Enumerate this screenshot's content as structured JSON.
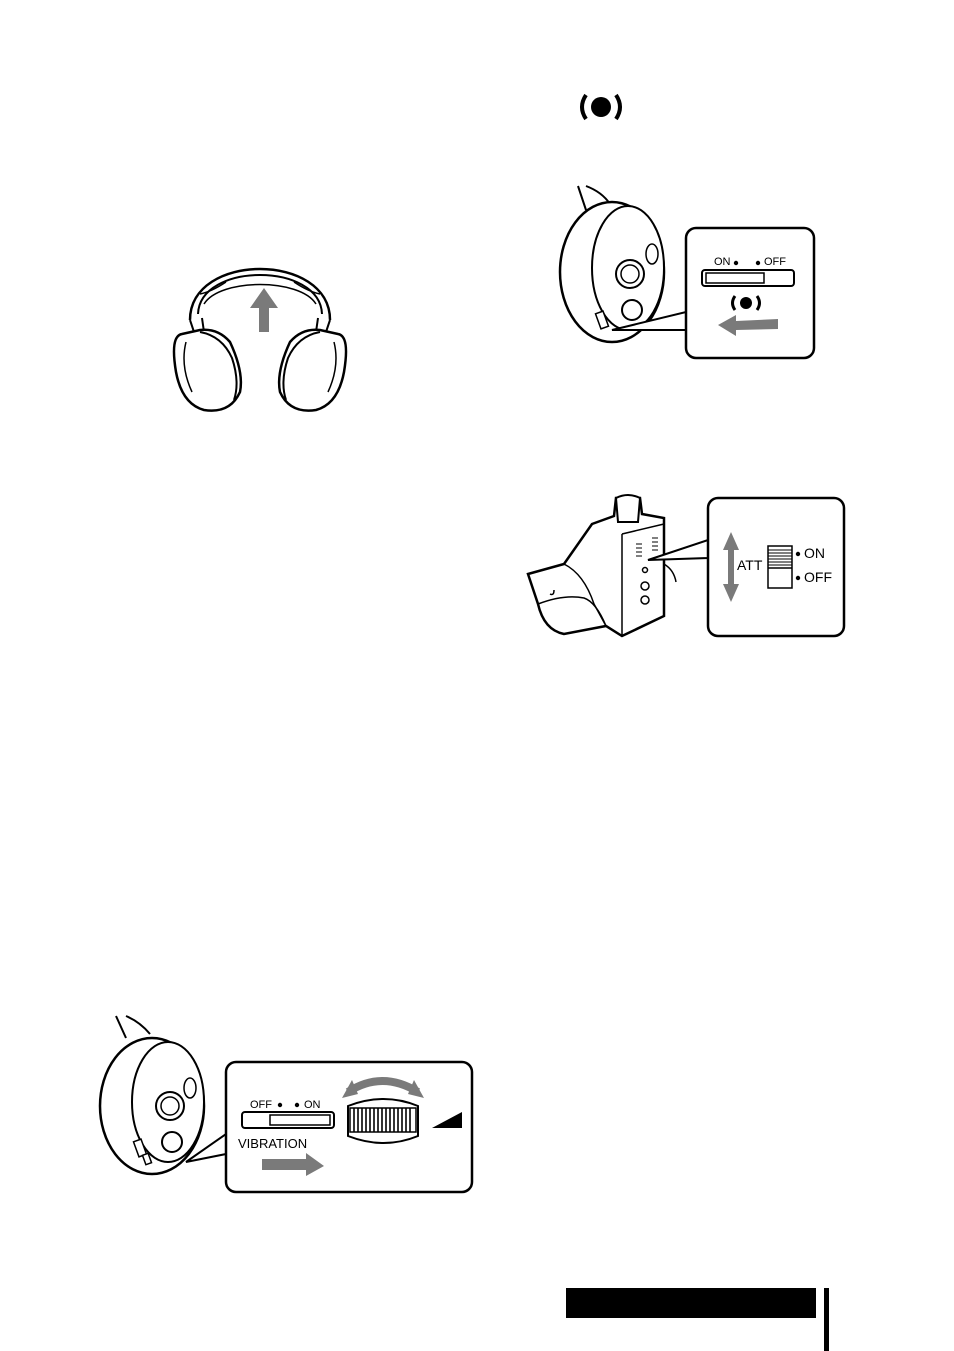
{
  "page": {
    "background": "#ffffff"
  },
  "top_icon": {
    "name": "vibration-symbol-icon"
  },
  "headband_illustration": {
    "name": "headphones-headband-icon",
    "arrow": "up"
  },
  "vibration_switch_illustration": {
    "switch_left": "ON",
    "switch_right": "OFF",
    "symbol": "vibration-symbol-icon",
    "arrow": "left"
  },
  "att_illustration": {
    "label": "ATT",
    "options": [
      "ON",
      "OFF"
    ]
  },
  "vibration_level_illustration": {
    "switch_left": "OFF",
    "switch_right": "ON",
    "switch_caption": "VIBRATION",
    "arrow": "right",
    "dial": "level-dial",
    "level_indicator": "level-wedge-icon"
  },
  "footer": {
    "tab_color": "#000000"
  }
}
